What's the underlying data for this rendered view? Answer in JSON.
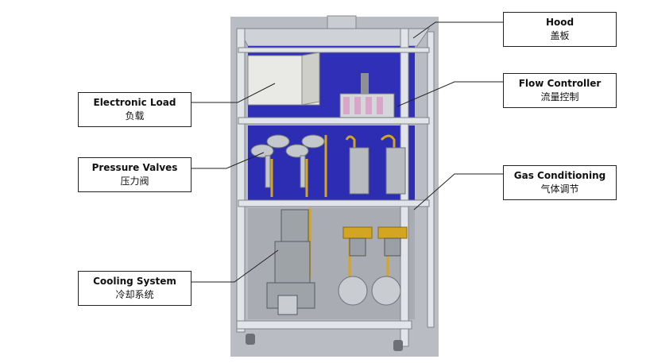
{
  "labels": {
    "hood": {
      "en": "Hood",
      "zh": "盖板"
    },
    "flow_controller": {
      "en": "Flow Controller",
      "zh": "流量控制"
    },
    "gas_conditioning": {
      "en": "Gas Conditioning",
      "zh": "气体调节"
    },
    "electronic_load": {
      "en": "Electronic Load",
      "zh": "负载"
    },
    "pressure_valves": {
      "en": "Pressure Valves",
      "zh": "压力阀"
    },
    "cooling_system": {
      "en": "Cooling System",
      "zh": "冷却系统"
    }
  },
  "colors": {
    "frame": "#d8dde3",
    "back_panel": "#2f2fb8",
    "background_panel": "#b9bcc2",
    "brass": "#d4a520",
    "steel": "#9aa0a6"
  }
}
